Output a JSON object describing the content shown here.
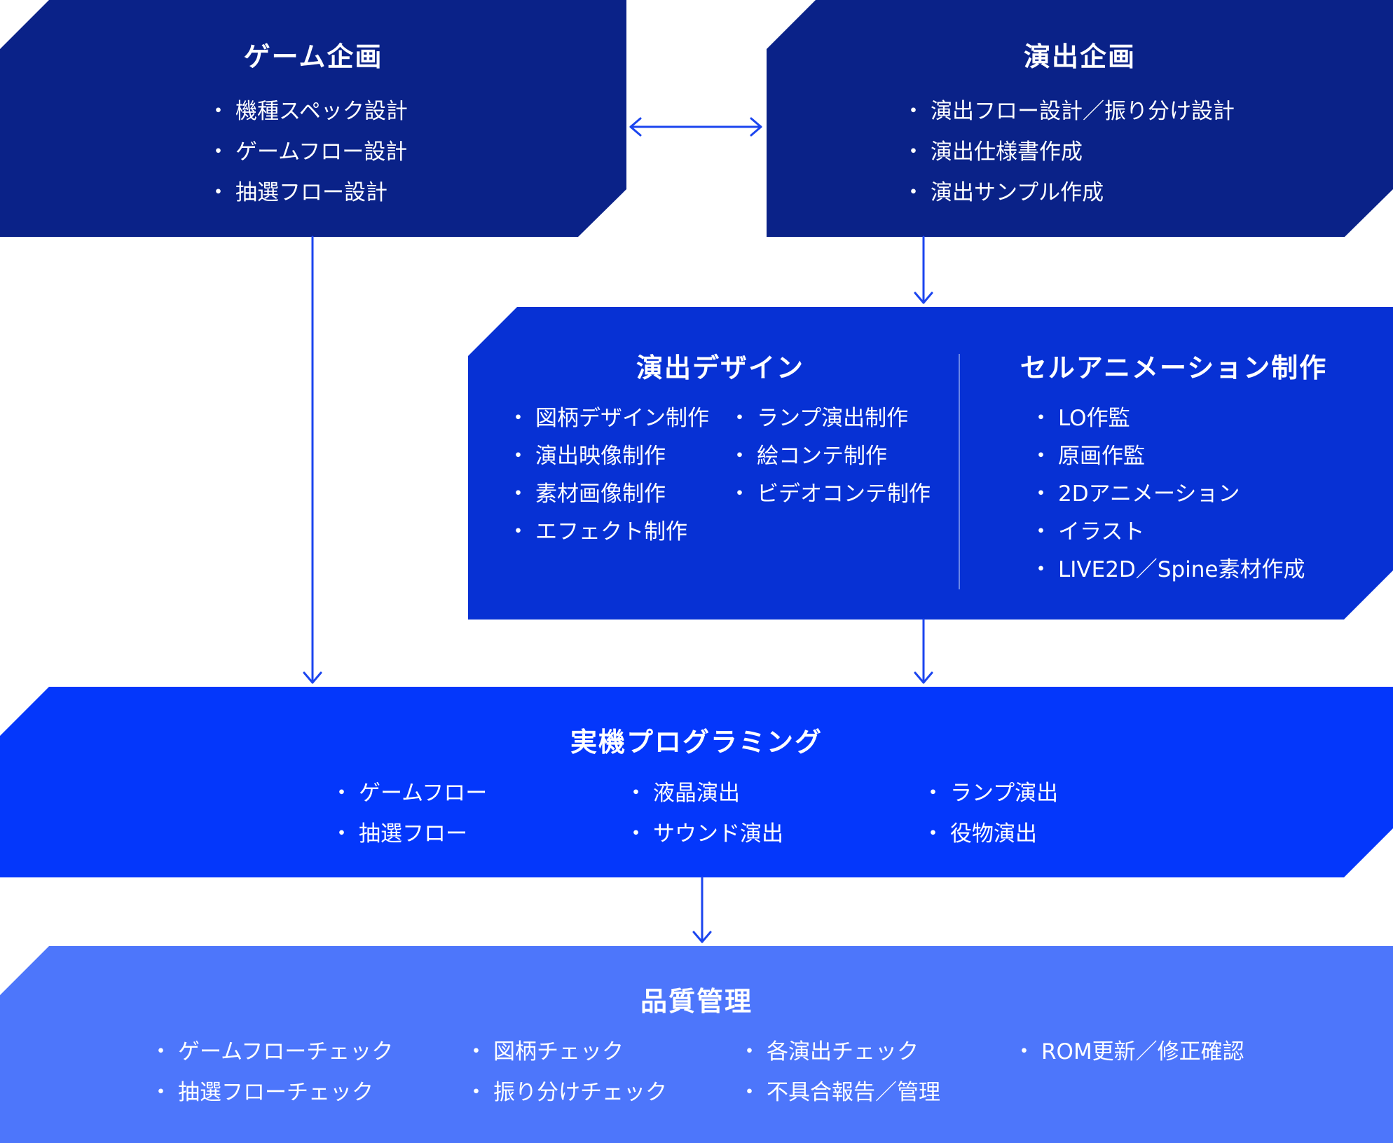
{
  "game_planning": {
    "title": "ゲーム企画",
    "items": [
      "機種スペック設計",
      "ゲームフロー設計",
      "抽選フロー設計"
    ]
  },
  "effect_planning": {
    "title": "演出企画",
    "items": [
      "演出フロー設計／振り分け設計",
      "演出仕様書作成",
      "演出サンプル作成"
    ]
  },
  "effect_design": {
    "title": "演出デザイン",
    "col1": [
      "図柄デザイン制作",
      "演出映像制作",
      "素材画像制作",
      "エフェクト制作"
    ],
    "col2": [
      "ランプ演出制作",
      "絵コンテ制作",
      "ビデオコンテ制作"
    ]
  },
  "cel_animation": {
    "title": "セルアニメーション制作",
    "items": [
      "LO作監",
      "原画作監",
      "2Dアニメーション",
      "イラスト",
      "LIVE2D／Spine素材作成"
    ]
  },
  "programming": {
    "title": "実機プログラミング",
    "col1": [
      "ゲームフロー",
      "抽選フロー"
    ],
    "col2": [
      "液晶演出",
      "サウンド演出"
    ],
    "col3": [
      "ランプ演出",
      "役物演出"
    ]
  },
  "quality": {
    "title": "品質管理",
    "col1": [
      "ゲームフローチェック",
      "抽選フローチェック"
    ],
    "col2": [
      "図柄チェック",
      "振り分けチェック"
    ],
    "col3": [
      "各演出チェック",
      "不具合報告／管理"
    ],
    "col4": [
      "ROM更新／修正確認"
    ]
  },
  "colors": {
    "planning": "#0a2288",
    "design": "#0731d4",
    "programming": "#0437fb",
    "quality": "#4d76fb",
    "arrow": "#1b45ef"
  }
}
